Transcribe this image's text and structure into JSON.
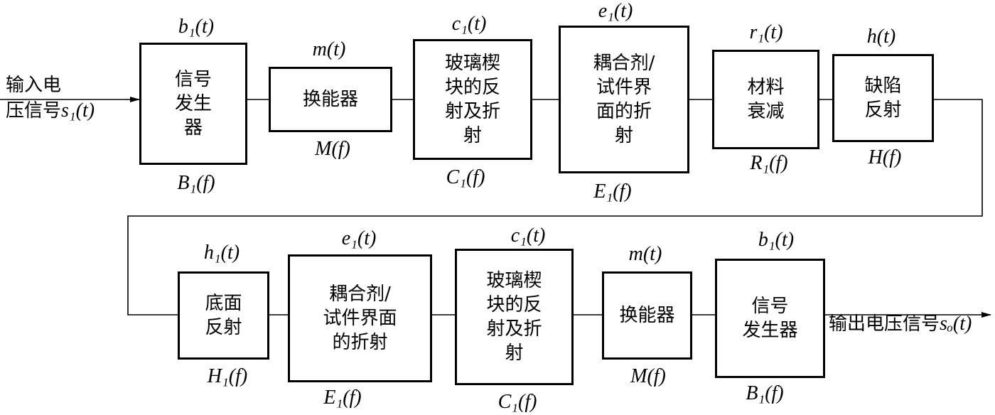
{
  "input_label": {
    "text": "输入电\n压信号",
    "symbol": "s₁(t)"
  },
  "output_label": {
    "text": "输出电压信号",
    "symbol": "sₒ(t)"
  },
  "row1": [
    {
      "id": "signal-generator-1",
      "text": "信号\n发生\n器",
      "top": "b₁(t)",
      "bottom": "B₁(f)"
    },
    {
      "id": "transducer-1",
      "text": "换能器",
      "top": "m(t)",
      "bottom": "M(f)"
    },
    {
      "id": "glass-wedge-1",
      "text": "玻璃楔\n块的反\n射及折\n射",
      "top": "c₁(t)",
      "bottom": "C₁(f)"
    },
    {
      "id": "couplant-interface-1",
      "text": "耦合剂/\n试件界\n面的折\n射",
      "top": "e₁(t)",
      "bottom": "E₁(f)"
    },
    {
      "id": "material-attenuation",
      "text": "材料\n衰减",
      "top": "r₁(t)",
      "bottom": "R₁(f)"
    },
    {
      "id": "defect-reflection",
      "text": "缺陷\n反射",
      "top": "h(t)",
      "bottom": "H(f)"
    }
  ],
  "row2": [
    {
      "id": "bottom-reflection",
      "text": "底面\n反射",
      "top": "h₁(t)",
      "bottom": "H₁(f)"
    },
    {
      "id": "couplant-interface-2",
      "text": "耦合剂/\n试件界面\n的折射",
      "top": "e₁(t)",
      "bottom": "E₁(f)"
    },
    {
      "id": "glass-wedge-2",
      "text": "玻璃楔\n块的反\n射及折\n射",
      "top": "c₁(t)",
      "bottom": "C₁(f)"
    },
    {
      "id": "transducer-2",
      "text": "换能器",
      "top": "m(t)",
      "bottom": "M(f)"
    },
    {
      "id": "signal-generator-2",
      "text": "信号\n发生器",
      "top": "b₁(t)",
      "bottom": "B₁(f)"
    }
  ]
}
